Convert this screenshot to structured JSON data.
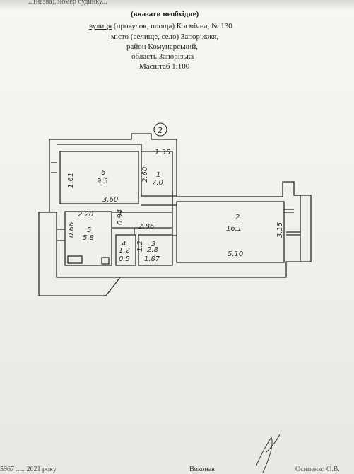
{
  "header": {
    "top_cut": "...(назва), номер будинку...",
    "note": "(вказати необхідне)",
    "street_prefix": "вулиця",
    "street_rest": " (провулок, площа) Космічна, № 130",
    "city_prefix": "місто",
    "city_rest": " (селище, село) Запоріжжя,",
    "district": "район  Комунарський,",
    "region": "область Запорізька",
    "scale": "Масштаб 1:100"
  },
  "plan": {
    "section_marker": "2",
    "rooms": [
      {
        "number": "6",
        "area": "9.5"
      },
      {
        "number": "1",
        "area": "7.0"
      },
      {
        "number": "2",
        "area": "16.1"
      },
      {
        "number": "5",
        "area": "5.8"
      },
      {
        "number": "3",
        "area": "2.8"
      },
      {
        "number": "4",
        "area": "1.2"
      }
    ],
    "dimensions": [
      "1.35",
      "2.60",
      "1.61",
      "3.60",
      "2.20",
      "0.94",
      "2.86",
      "3.15",
      "5.10",
      "0.66",
      "1.87",
      "1.2",
      "0.5"
    ]
  },
  "footer": {
    "left": "5967 ..... 2021 року",
    "middle": "Виконав",
    "right": "Осипенко О.В."
  },
  "colors": {
    "paper": "#f3f3ef",
    "ink": "#222222"
  }
}
